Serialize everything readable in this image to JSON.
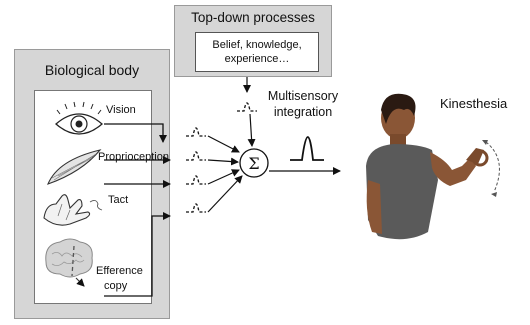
{
  "biological_body": {
    "title": "Biological body",
    "inputs": [
      "Vision",
      "Proprioception",
      "Tact",
      "Efference",
      "copy"
    ]
  },
  "top_down": {
    "title": "Top-down processes",
    "content": "Belief, knowledge, experience…"
  },
  "integration": {
    "label": "Multisensory integration",
    "symbol": "Σ"
  },
  "output": {
    "label": "Kinesthesia"
  }
}
